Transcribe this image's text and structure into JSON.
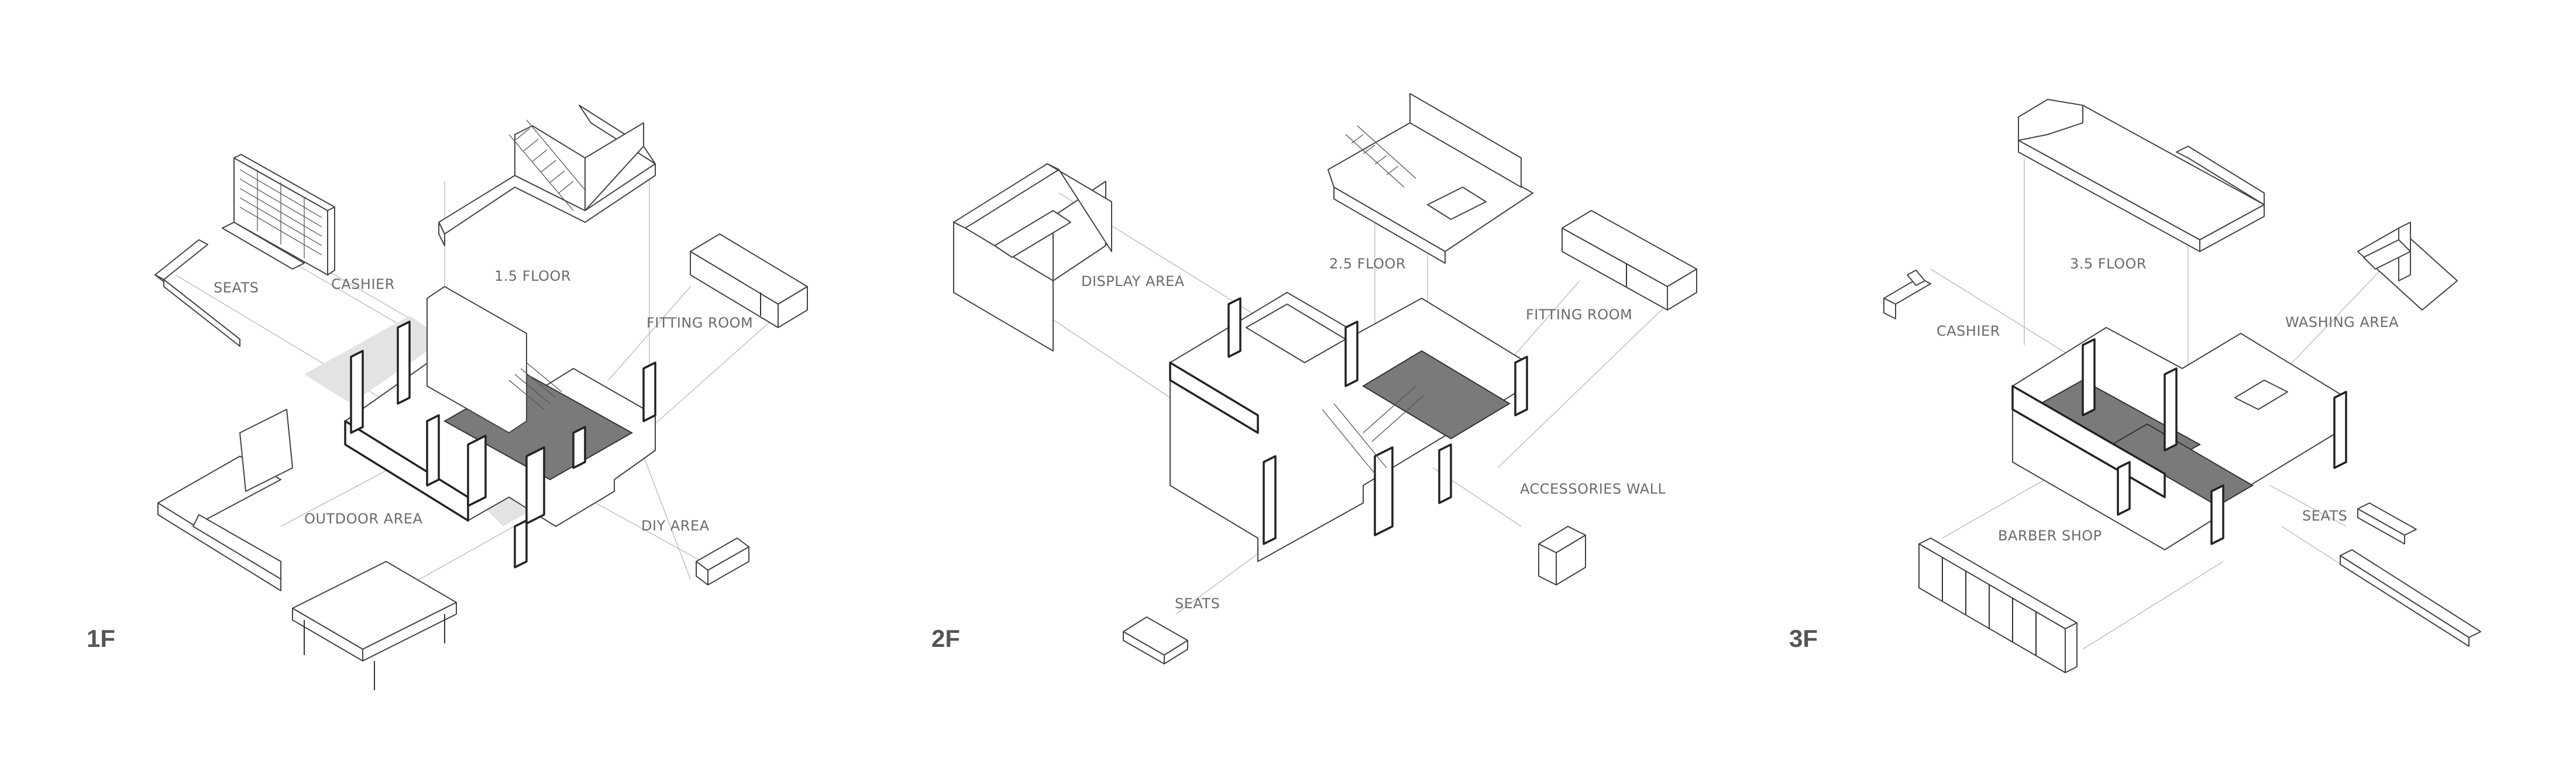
{
  "panels": [
    {
      "floor": "1F",
      "labels": {
        "seats": "SEATS",
        "cashier": "CASHIER",
        "mezzanine": "1.5 FLOOR",
        "fitting_room": "FITTING ROOM",
        "outdoor_area": "OUTDOOR AREA",
        "diy_area": "DIY AREA"
      }
    },
    {
      "floor": "2F",
      "labels": {
        "display_area": "DISPLAY AREA",
        "mezzanine": "2.5 FLOOR",
        "fitting_room": "FITTING ROOM",
        "accessories_wall": "ACCESSORIES WALL",
        "seats": "SEATS"
      }
    },
    {
      "floor": "3F",
      "labels": {
        "cashier": "CASHIER",
        "mezzanine": "3.5 FLOOR",
        "washing_area": "WASHING AREA",
        "barber_shop": "BARBER SHOP",
        "seats": "SEATS"
      }
    }
  ],
  "colors": {
    "background": "#ffffff",
    "line": "#333333",
    "shaded_floor": "#7a7a7a",
    "light_shade": "#e3e3e3",
    "guide_line": "#bdbdbd",
    "label_text": "#6b6b6b",
    "floor_text": "#555555"
  }
}
